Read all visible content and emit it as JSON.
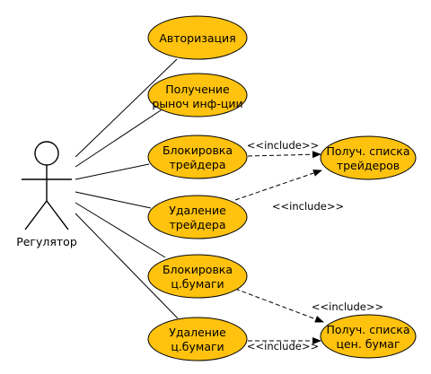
{
  "actor": {
    "name": "Регулятор"
  },
  "use_cases": {
    "auth": {
      "lines": [
        "Авторизация"
      ]
    },
    "market": {
      "lines": [
        "Получение",
        "рыноч инф-ции"
      ]
    },
    "block_trader": {
      "lines": [
        "Блокировка",
        "трейдера"
      ]
    },
    "delete_trader": {
      "lines": [
        "Удаление",
        "трейдера"
      ]
    },
    "block_security": {
      "lines": [
        "Блокировка",
        "ц.бумаги"
      ]
    },
    "delete_security": {
      "lines": [
        "Удаление",
        "ц.бумаги"
      ]
    },
    "trader_list": {
      "lines": [
        "Получ. списка",
        "трейдеров"
      ]
    },
    "security_list": {
      "lines": [
        "Получ. списка",
        "цен. бумаг"
      ]
    }
  },
  "relations": {
    "include_label": "<<include>>"
  },
  "colors": {
    "use_case_fill": "#ffc20e",
    "stroke": "#000000",
    "background": "#ffffff"
  }
}
